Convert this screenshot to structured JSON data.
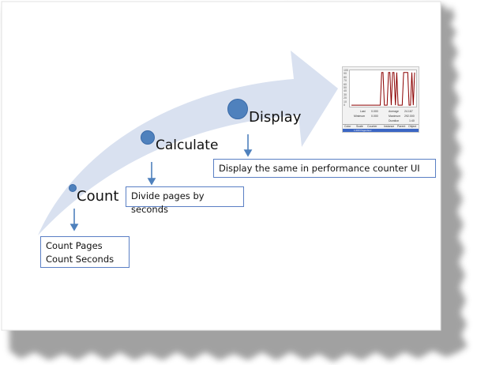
{
  "stages": [
    {
      "label": "Count",
      "detail_lines": [
        "Count Pages",
        "Count Seconds"
      ]
    },
    {
      "label": "Calculate",
      "detail_lines": [
        "Divide pages by seconds"
      ]
    },
    {
      "label": "Display",
      "detail_lines": [
        "Display the same in performance counter UI"
      ]
    }
  ],
  "colors": {
    "arrow": "#d9e1f0",
    "dot": "#4f81bd",
    "box_border": "#5a7fc4",
    "connector": "#4f81bd",
    "counter_line": "#8b0000"
  },
  "counter_thumbnail": {
    "y_ticks": [
      "100",
      "90",
      "80",
      "70",
      "60",
      "50",
      "40",
      "30",
      "20",
      "10",
      "0"
    ],
    "stats": [
      {
        "label": "Last",
        "value": "0.000"
      },
      {
        "label": "Average",
        "value": "24.167"
      },
      {
        "label": "Minimum",
        "value": "0.000"
      },
      {
        "label": "Maximum",
        "value": "292.000"
      },
      {
        "label": "Duration",
        "value": "1:40"
      }
    ],
    "columns": [
      "Color",
      "Scale",
      "Counter",
      "Instance",
      "Parent",
      "Object"
    ],
    "selected_row": "1.000   Pages/sec",
    "series": [
      2,
      2,
      2,
      2,
      2,
      2,
      2,
      2,
      2,
      2,
      2,
      2,
      2,
      2,
      2,
      2,
      2,
      2,
      2,
      2,
      2,
      2,
      96,
      96,
      2,
      2,
      2,
      96,
      96,
      2,
      96,
      96,
      2,
      96,
      2,
      2,
      2,
      2,
      96,
      96,
      96,
      96,
      2,
      2,
      96,
      2,
      96
    ]
  }
}
